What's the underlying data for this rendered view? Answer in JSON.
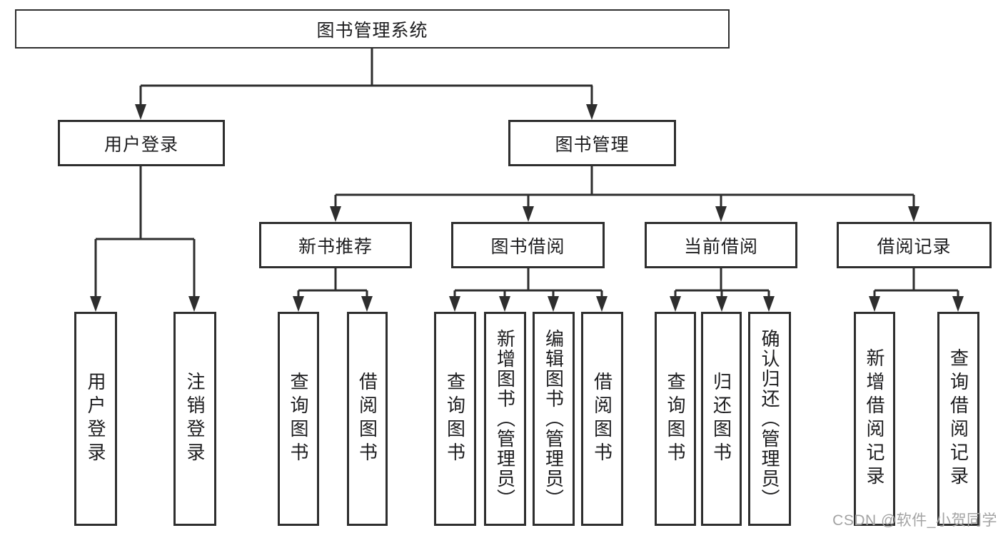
{
  "tree": {
    "root": "图书管理系统",
    "branches": [
      {
        "label": "用户登录",
        "children": [
          "用户登录",
          "注销登录"
        ]
      },
      {
        "label": "图书管理",
        "sections": [
          {
            "label": "新书推荐",
            "children": [
              "查询图书",
              "借阅图书"
            ]
          },
          {
            "label": "图书借阅",
            "children": [
              "查询图书",
              "新增图书（管理员）",
              "编辑图书（管理员）",
              "借阅图书"
            ]
          },
          {
            "label": "当前借阅",
            "children": [
              "查询图书",
              "归还图书",
              "确认归还（管理员）"
            ]
          },
          {
            "label": "借阅记录",
            "children": [
              "新增借阅记录",
              "查询借阅记录"
            ]
          }
        ]
      }
    ]
  },
  "watermark": "CSDN @软件_小贺同学",
  "colors": {
    "line": "#2e2e2e",
    "text": "#1d1d1f",
    "watermark": "#a3a3a3",
    "background": "#ffffff"
  }
}
